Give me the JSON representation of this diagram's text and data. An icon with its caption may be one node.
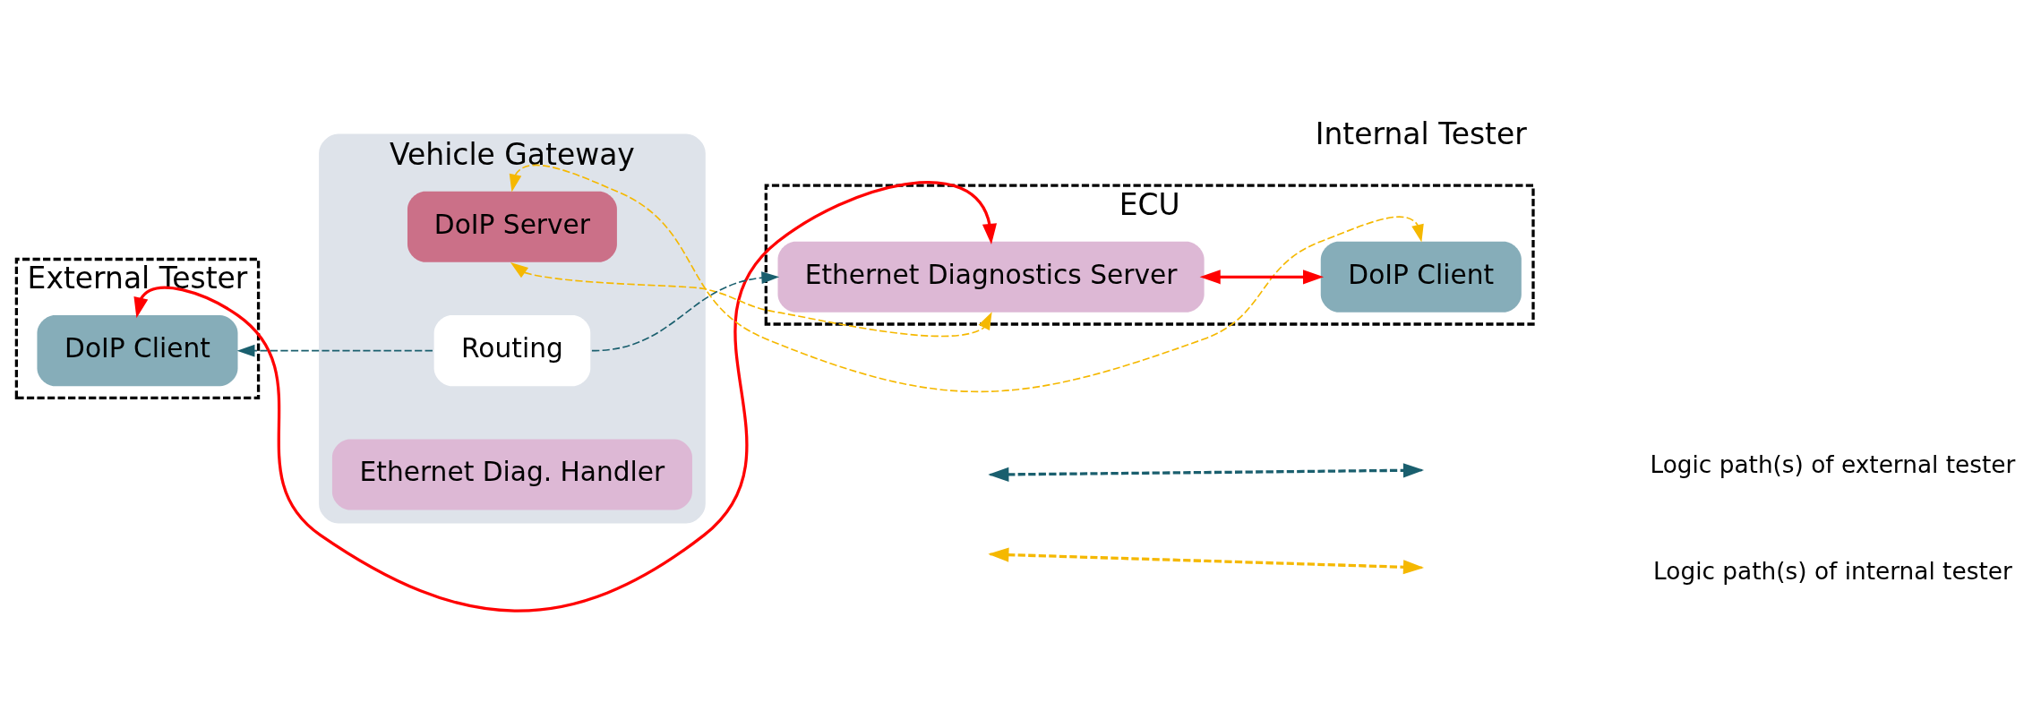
{
  "diagram": {
    "nodes": [
      {
        "text": [
          "External Tester"
        ]
      },
      {
        "text": [
          "DoIP Client"
        ],
        "in": 0
      },
      {
        "text": [
          "Vehicle Gateway"
        ]
      },
      {
        "text": [
          "DoIP Server"
        ],
        "in": 2
      },
      {
        "text": [
          "Routing"
        ],
        "in": 2
      },
      {
        "text": [
          "Ethernet Diag. Handler"
        ],
        "in": 2
      },
      {
        "text": [
          "ECU"
        ]
      },
      {
        "text": [
          "Ethernet Diagnostics Server"
        ],
        "in": 6
      },
      {
        "text": [
          "DoIP Client"
        ],
        "in": 6
      }
    ],
    "edges": [
      {
        "from": 1,
        "to": 7,
        "arrow": "both",
        "color": "#ff0000"
      },
      {
        "from": 3,
        "to": 8,
        "arrow": "both",
        "style": "dashed",
        "color": "#f5b800"
      },
      {
        "from": 4,
        "to": 1,
        "arrow": "to",
        "style": "dashed",
        "color": "#1a5f6e"
      },
      {
        "from": 4,
        "to": 7,
        "arrow": "to",
        "style": "dashed",
        "color": "#1a5f6e"
      },
      {
        "from": 3,
        "to": 7,
        "arrow": "both",
        "style": "dashed",
        "color": "#f5b800"
      },
      {
        "from": 7,
        "to": 8,
        "arrow": "both",
        "color": "#ff0000"
      }
    ],
    "labels": [
      "Internal Tester"
    ],
    "legend": [
      {
        "text": "Logic path(s) of external tester"
      },
      {
        "text": "Logic path(s) of internal tester"
      }
    ]
  }
}
